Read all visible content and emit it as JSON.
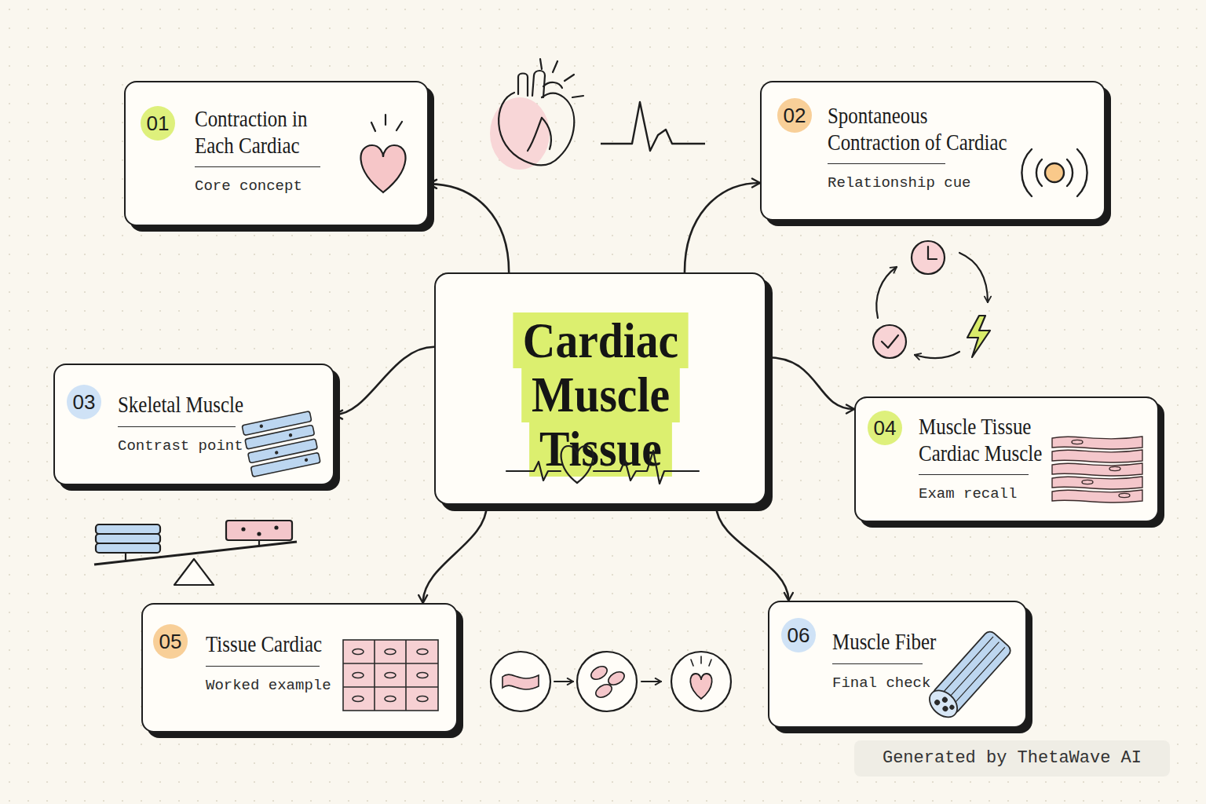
{
  "diagram": {
    "nodes": [
      {
        "text": [
          "Contraction in Each Cardiac",
          "Core concept"
        ]
      },
      {
        "text": [
          "01"
        ],
        "in": 0
      },
      {
        "text": [
          "Spontaneous Contraction of Cardiac",
          "Relationship cue"
        ]
      },
      {
        "text": [
          "02"
        ],
        "in": 2
      },
      {
        "text": [
          "Cardiac Muscle Tissue"
        ]
      },
      {
        "text": [
          "Skeletal Muscle",
          "Contrast point"
        ]
      },
      {
        "text": [
          "03"
        ],
        "in": 5
      },
      {
        "text": [
          "Muscle Tissue Cardiac Muscle",
          "Exam recall"
        ]
      },
      {
        "text": [
          "04"
        ],
        "in": 7
      },
      {
        "text": [
          "Tissue Cardiac",
          "Worked example"
        ]
      },
      {
        "text": [
          "05"
        ],
        "in": 9
      },
      {
        "text": [
          "Muscle Fiber",
          "Final check"
        ]
      },
      {
        "text": [
          "06"
        ],
        "in": 11
      }
    ],
    "edges": [
      {
        "from": 4,
        "to": 0,
        "arrow": "to"
      },
      {
        "from": 4,
        "to": 2,
        "arrow": "to"
      },
      {
        "from": 4,
        "to": 5,
        "arrow": "to"
      },
      {
        "from": 4,
        "to": 7,
        "arrow": "to"
      },
      {
        "from": 4,
        "to": 9,
        "arrow": "to"
      },
      {
        "from": 4,
        "to": 11,
        "arrow": "to"
      }
    ],
    "labels": [
      "Generated by ThetaWave AI"
    ]
  }
}
